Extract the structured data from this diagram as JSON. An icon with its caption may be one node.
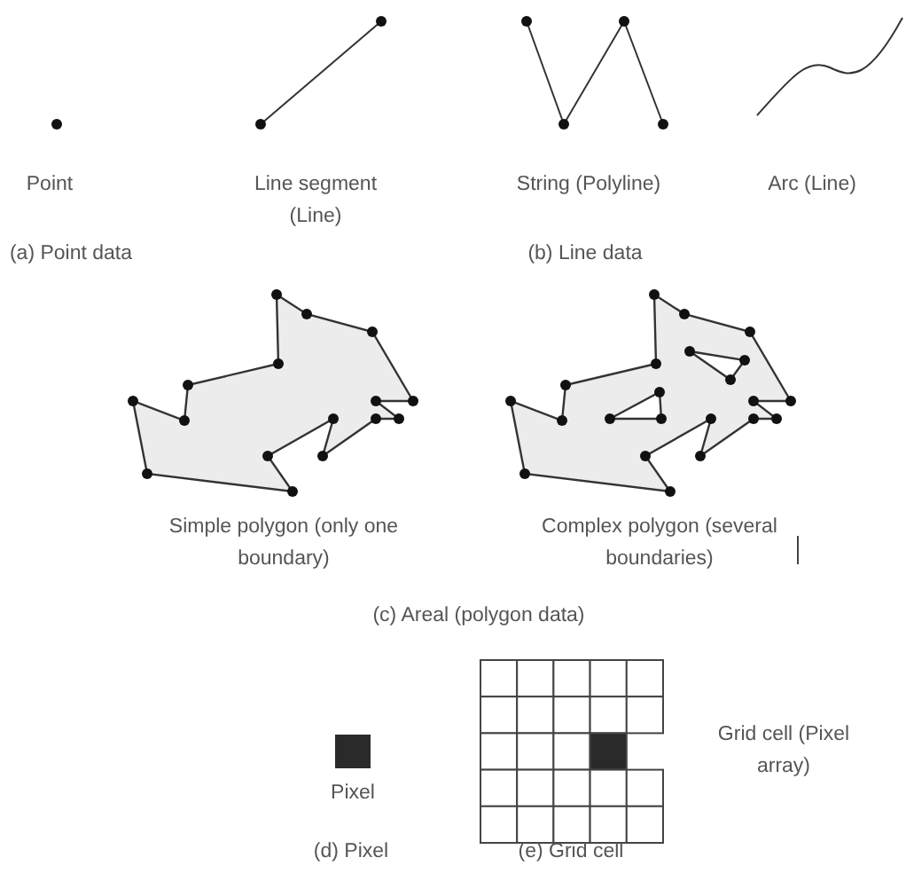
{
  "diagram": {
    "labels": [
      "Point",
      "Line segment (Line)",
      "String (Polyline)",
      "Arc (Line)",
      "(a) Point data",
      "(b) Line data",
      "Simple polygon (only one boundary)",
      "Complex polygon (several boundaries)",
      "(c) Areal (polygon data)",
      "Grid cell (Pixel array)",
      "Pixel",
      "(d) Pixel",
      "(e) Grid cell"
    ]
  }
}
